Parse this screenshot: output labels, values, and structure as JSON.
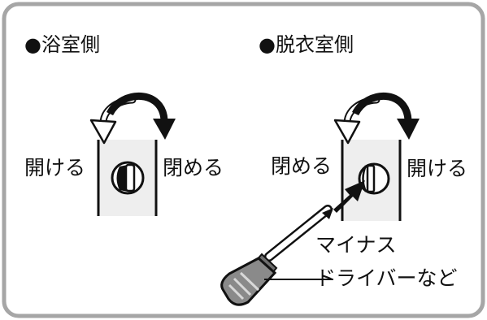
{
  "panels": [
    {
      "title": "●浴室側",
      "left_label": "開ける",
      "right_label": "閉める"
    },
    {
      "title": "●脱衣室側",
      "left_label": "閉める",
      "right_label": "開ける",
      "tool_label_line1": "マイナス",
      "tool_label_line2": "ドライバーなど"
    }
  ],
  "colors": {
    "frame": "#a6a6a6",
    "plate": "#eeeeee",
    "ink": "#111111",
    "outline_arrow": "#ffffff"
  },
  "icons": [
    "counterclockwise-arrow-icon",
    "clockwise-arrow-icon",
    "knob-icon",
    "slot-knob-icon",
    "push-arrow-icon",
    "screwdriver-icon"
  ]
}
